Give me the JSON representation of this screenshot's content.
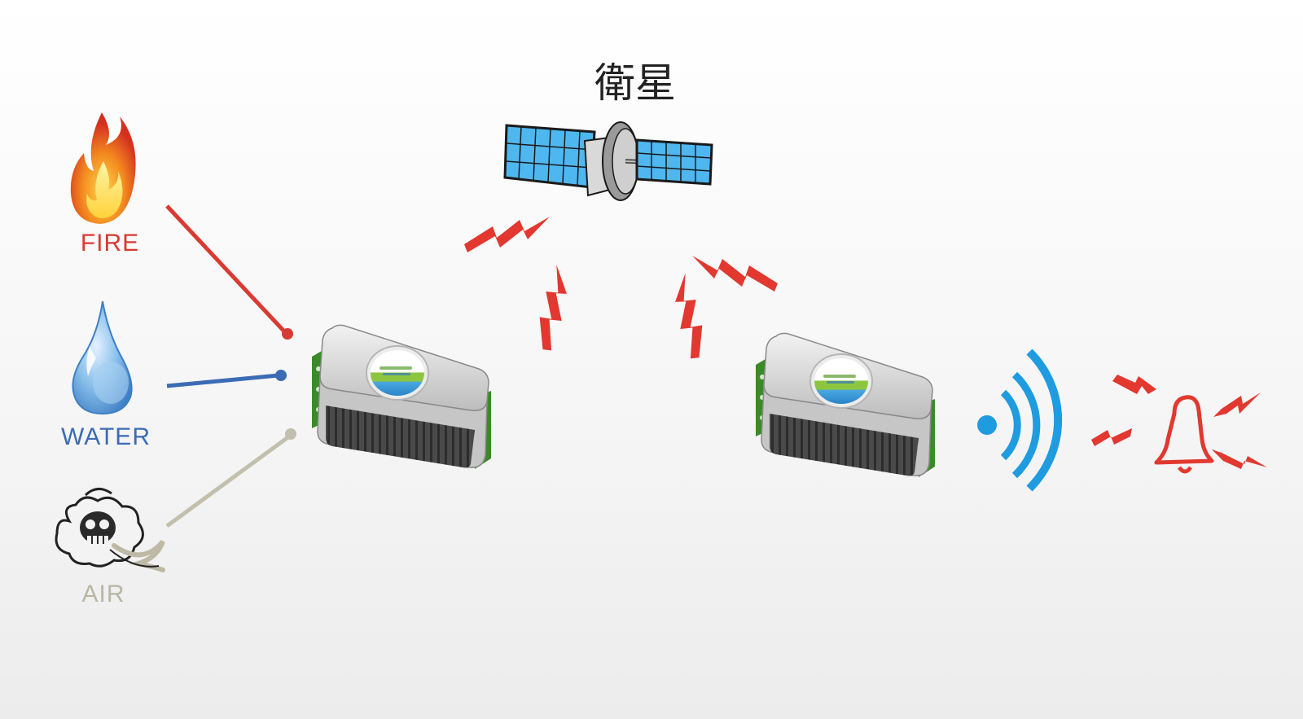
{
  "diagram": {
    "title": "衛星",
    "sources": [
      {
        "key": "fire",
        "label": "FIRE",
        "color": "#d93a32",
        "icon": "fire-icon"
      },
      {
        "key": "water",
        "label": "WATER",
        "color": "#3b6bb5",
        "icon": "water-drop-icon"
      },
      {
        "key": "air",
        "label": "AIR",
        "color": "#b9b6a3",
        "icon": "toxic-smoke-icon"
      }
    ],
    "devices": [
      {
        "key": "transmitter",
        "icon": "alarm-device-icon",
        "badge_color": "#8cc63f"
      },
      {
        "key": "receiver",
        "icon": "alarm-device-icon",
        "badge_color": "#8cc63f"
      }
    ],
    "satellite": {
      "icon": "satellite-icon",
      "panel_color": "#4fb7ef"
    },
    "signal_color": "#e2382f",
    "wireless_color": "#1f9be0",
    "alarm": {
      "icon": "alarm-bell-icon",
      "color": "#e2382f"
    }
  }
}
